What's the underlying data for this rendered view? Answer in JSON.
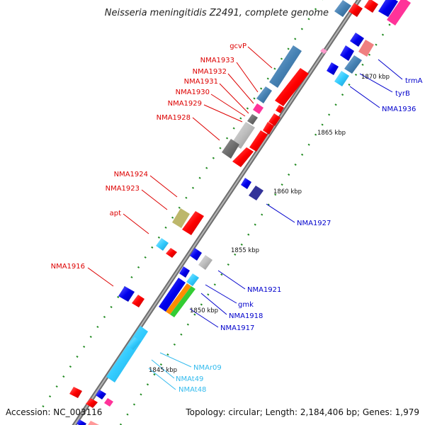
{
  "title": "Neisseria meningitidis Z2491, complete genome",
  "footer": {
    "accession": "Accession: NC_003116",
    "summary": "Topology: circular; Length: 2,184,406 bp; Genes: 1,979"
  },
  "tick_labels": [
    "1845 kbp",
    "1850 kbp",
    "1855 kbp",
    "1860 kbp",
    "1865 kbp",
    "1870 kbp"
  ],
  "gene_labels_left": [
    "gcvP",
    "NMA1933",
    "NMA1932",
    "NMA1931",
    "NMA1930",
    "NMA1929",
    "NMA1928",
    "NMA1924",
    "NMA1923",
    "apt",
    "NMA1916"
  ],
  "gene_labels_right": [
    "trmA",
    "tyrB",
    "NMA1936",
    "NMA1927",
    "NMA1921",
    "gmk",
    "NMA1918",
    "NMA1917",
    "NMAr09",
    "NMAt49",
    "NMAt48"
  ],
  "colors": {
    "backbone": "#7f7f7f",
    "forward_cds": "#ff0000",
    "reverse_cds": "#0000ee",
    "rna": "#33ccff",
    "pseudo": "#4682b4",
    "grey_feature": "#999999",
    "pink_feature": "#ff3399",
    "label_left": "#dd0000",
    "label_right": "#0000cc",
    "label_rna": "#33bbee",
    "tick_mark": "#228b22"
  }
}
